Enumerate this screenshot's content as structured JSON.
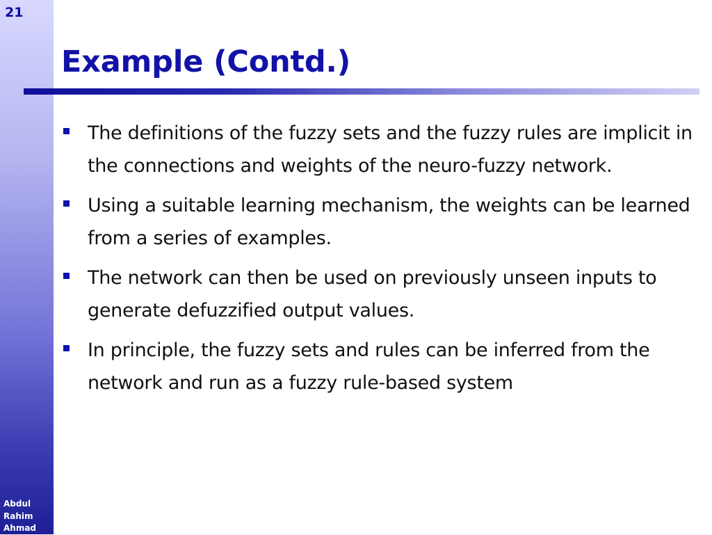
{
  "sidebar": {
    "slide_number": "21",
    "author_lines": [
      "Abdul",
      "Rahim",
      "Ahmad"
    ]
  },
  "title": "Example (Contd.)",
  "bullets": [
    "The definitions of the fuzzy sets and the fuzzy rules are implicit in the connections and weights of the neuro-fuzzy network.",
    "Using a suitable learning mechanism, the weights can be learned from a series of examples.",
    "The network can then be used on previously unseen inputs to generate defuzzified output values.",
    "In principle, the fuzzy sets and rules can be inferred from the network and run as a fuzzy rule-based system"
  ],
  "colors": {
    "title": "#1212a8",
    "bullet_marker": "#1212a8",
    "sidebar_top": "#d8d8ff",
    "sidebar_bottom": "#1e1e96",
    "body_text": "#111111"
  }
}
